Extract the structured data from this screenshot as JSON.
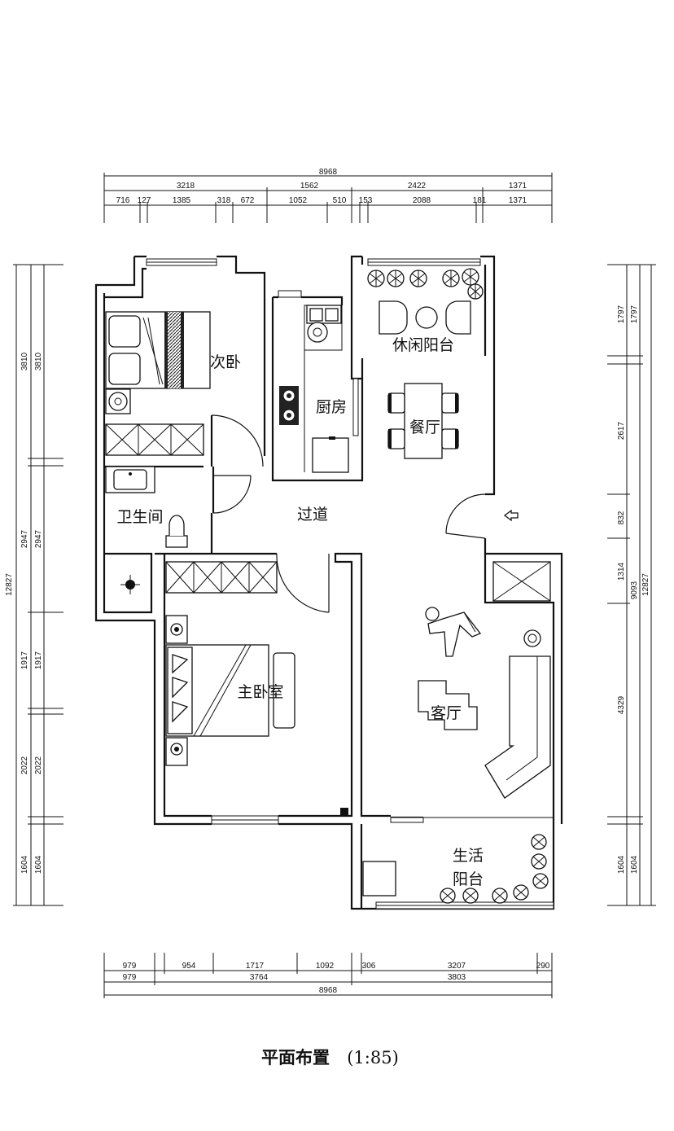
{
  "plan": {
    "rooms": {
      "second_bedroom": "次卧",
      "kitchen": "厨房",
      "leisure_balcony": "休闲阳台",
      "dining": "餐厅",
      "bathroom": "卫生间",
      "corridor": "过道",
      "master_bedroom": "主卧室",
      "living_room": "客厅",
      "life_balcony_line1": "生活",
      "life_balcony_line2": "阳台"
    },
    "caption": {
      "title": "平面布置",
      "scale": "(1:85)"
    }
  },
  "dimensions": {
    "top_total": "8968",
    "top_mid": [
      "3218",
      "1562",
      "2422",
      "1371"
    ],
    "top_detail": [
      "716",
      "127",
      "1385",
      "318",
      "672",
      "1052",
      "510",
      "153",
      "2088",
      "181",
      "1371"
    ],
    "bottom_detail": [
      "979",
      "954",
      "1717",
      "1092",
      "306",
      "3207",
      "290"
    ],
    "bottom_mid": [
      "979",
      "3764",
      "3803"
    ],
    "bottom_total": "8968",
    "left_outer": "12827",
    "left_inner_a": [
      "3810",
      "2947",
      "1917",
      "2022",
      "1604"
    ],
    "left_inner_b": [
      "3810",
      "2947",
      "1917",
      "2022",
      "1604"
    ],
    "right_inner": [
      "1797",
      "2617",
      "832",
      "1314",
      "4329",
      "1604"
    ],
    "right_mid_a": [
      "1797",
      "9093",
      "1604"
    ],
    "right_outer": "12827"
  }
}
